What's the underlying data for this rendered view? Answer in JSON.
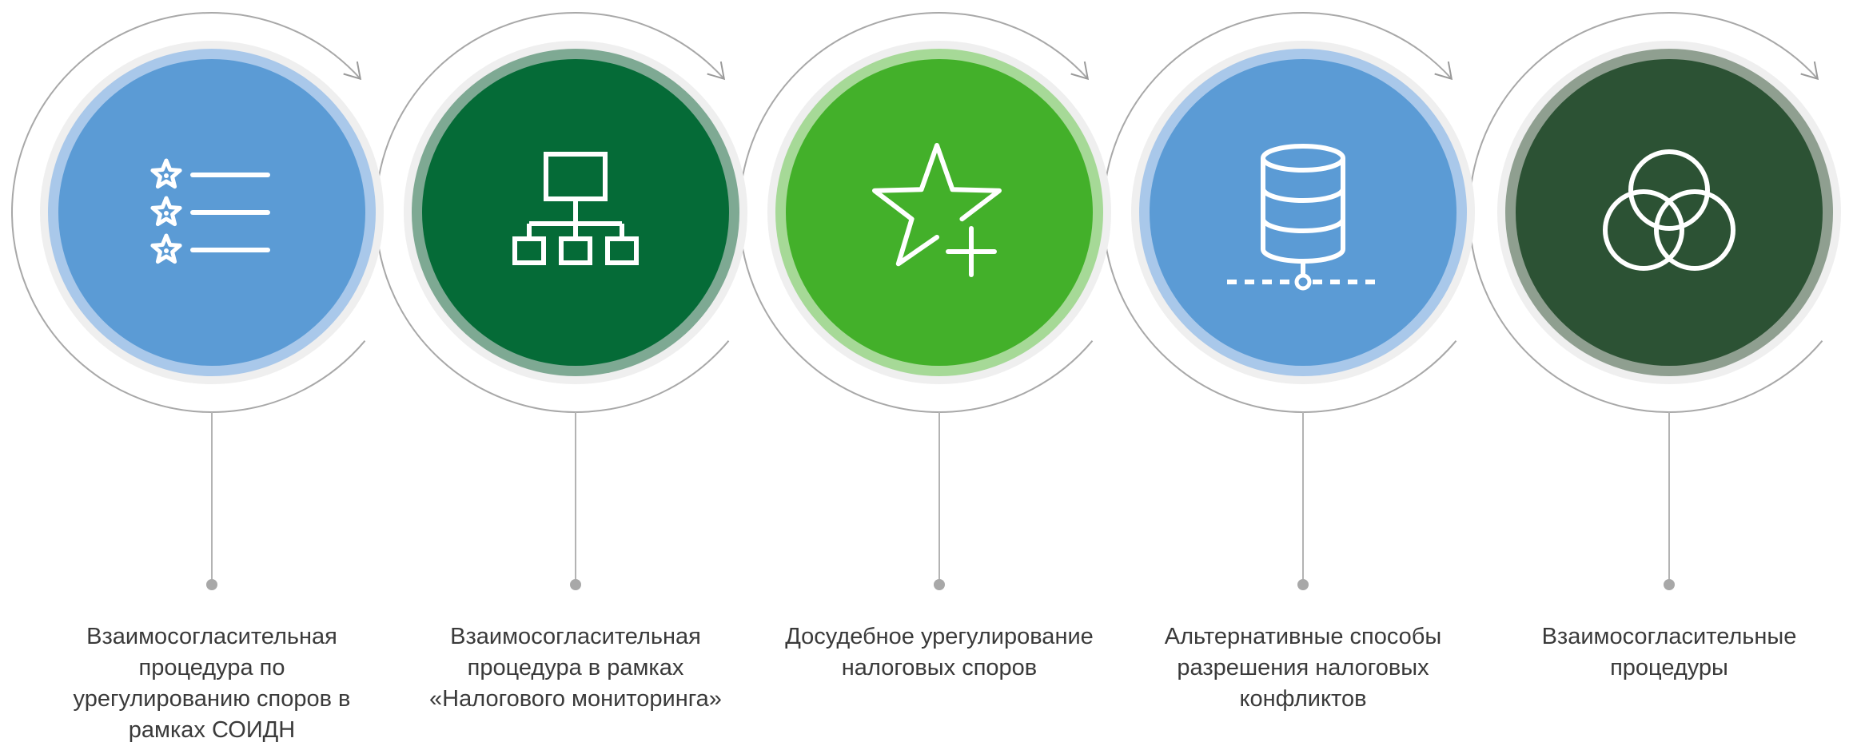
{
  "steps": [
    {
      "id": "s1",
      "icon": "star-list-icon",
      "color": "#5b9bd5",
      "ring": "#a9c8ea",
      "label_lines": [
        "Взаимосогласительная",
        "процедура по",
        "урегулированию споров в",
        "рамках СОИДН"
      ]
    },
    {
      "id": "s2",
      "icon": "org-chart-icon",
      "color": "#056b37",
      "ring": "#7ea993",
      "label_lines": [
        "Взаимосогласительная",
        "процедура в рамках",
        "«Налогового мониторинга»"
      ]
    },
    {
      "id": "s3",
      "icon": "star-plus-icon",
      "color": "#43b02a",
      "ring": "#a6d997",
      "label_lines": [
        "Досудебное урегулирование",
        "налоговых споров"
      ]
    },
    {
      "id": "s4",
      "icon": "database-network-icon",
      "color": "#5b9bd5",
      "ring": "#a9c8ea",
      "label_lines": [
        "Альтернативные способы",
        "разрешения налоговых",
        "конфликтов"
      ]
    },
    {
      "id": "s5",
      "icon": "venn-circles-icon",
      "color": "#2c5234",
      "ring": "#8f9f90",
      "label_lines": [
        "Взаимосогласительные",
        "процедуры"
      ]
    }
  ]
}
